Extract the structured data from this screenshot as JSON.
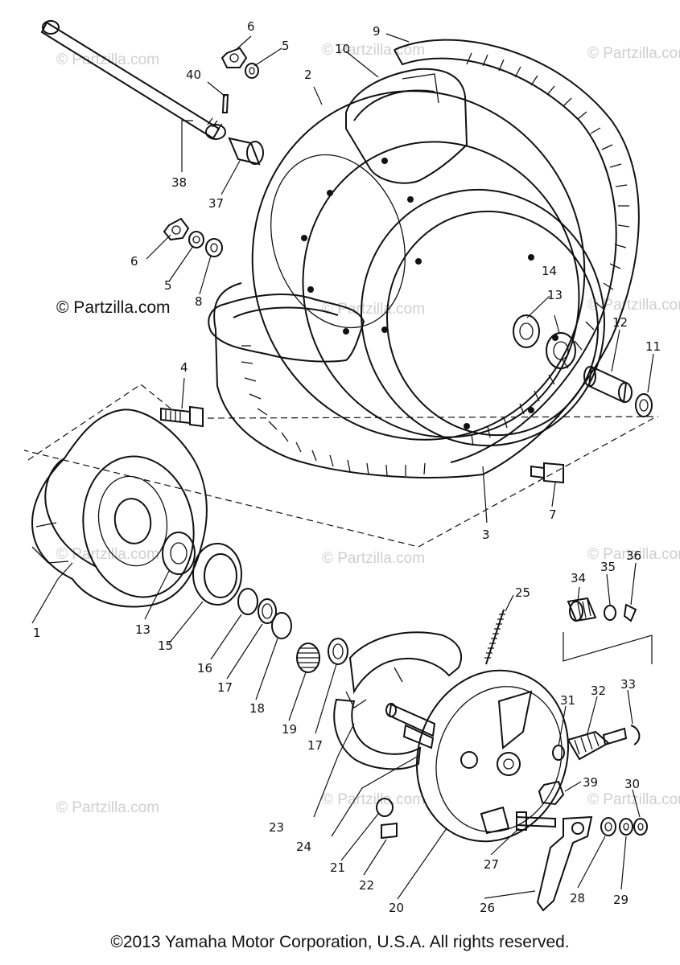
{
  "watermarks": [
    "© Partzilla.com"
  ],
  "main_watermark": "© Partzilla.com",
  "callouts": [
    "1",
    "2",
    "3",
    "4",
    "5",
    "5",
    "6",
    "6",
    "7",
    "8",
    "9",
    "10",
    "11",
    "12",
    "13",
    "13",
    "14",
    "15",
    "16",
    "17",
    "17",
    "18",
    "19",
    "20",
    "21",
    "22",
    "23",
    "24",
    "25",
    "26",
    "27",
    "28",
    "29",
    "30",
    "31",
    "32",
    "33",
    "34",
    "35",
    "36",
    "37",
    "38",
    "39",
    "40"
  ],
  "copyright": "©2013 Yamaha Motor Corporation, U.S.A. All rights reserved."
}
